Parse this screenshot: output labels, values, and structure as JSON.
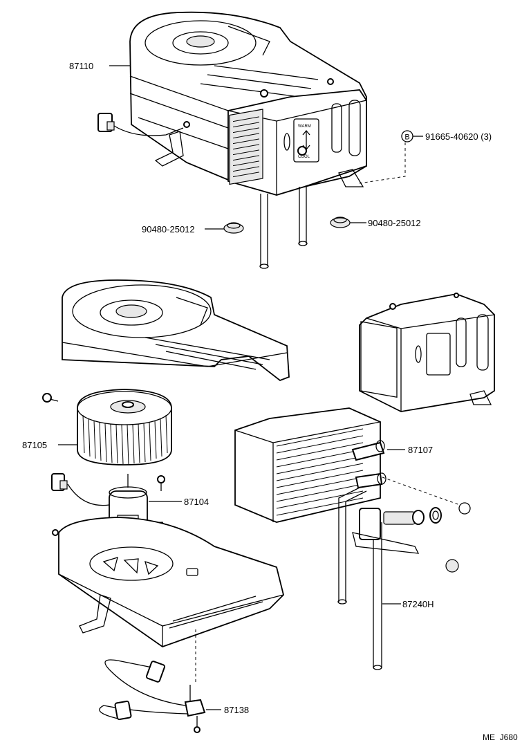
{
  "diagram": {
    "callouts": [
      {
        "id": "heater-assembly",
        "text": "87110"
      },
      {
        "id": "screw-b",
        "text": "91665-40620 (3)",
        "badge": "B"
      },
      {
        "id": "grommet-left",
        "text": "90480-25012"
      },
      {
        "id": "grommet-right",
        "text": "90480-25012"
      },
      {
        "id": "blower-fan",
        "text": "87105"
      },
      {
        "id": "heater-core",
        "text": "87107"
      },
      {
        "id": "blower-motor",
        "text": "87104"
      },
      {
        "id": "water-valve-pipe",
        "text": "87240H"
      },
      {
        "id": "resistor",
        "text": "87138"
      }
    ],
    "footer_code": "ME  J680",
    "panel_text": {
      "warm": "WARM",
      "cool": "COOL"
    }
  }
}
